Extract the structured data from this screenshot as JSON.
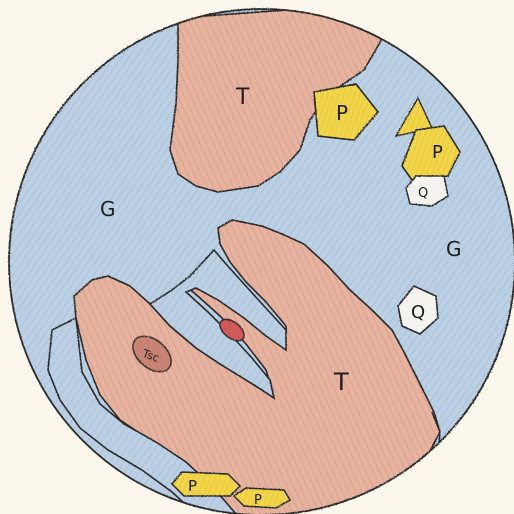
{
  "drawing": {
    "labels": {
      "t_upper": "T",
      "t_lower": "T",
      "g_left": "G",
      "g_right": "G",
      "p_upper_center": "P",
      "p_upper_right": "P",
      "p_bottom_left": "P",
      "p_bottom_right": "P",
      "q_upper_right": "Q",
      "q_right_middle": "Q",
      "small_blob_text": "Tsc"
    },
    "colors": {
      "background_paper": "#fbf7ec",
      "g_region_blue": "#bcd0e4",
      "t_region_salmon": "#e5b39f",
      "p_region_yellow": "#f2d64a",
      "q_region_white": "#f4f3ee",
      "outline": "#2a2a2a",
      "red_blob": "#cf5a5a"
    }
  }
}
